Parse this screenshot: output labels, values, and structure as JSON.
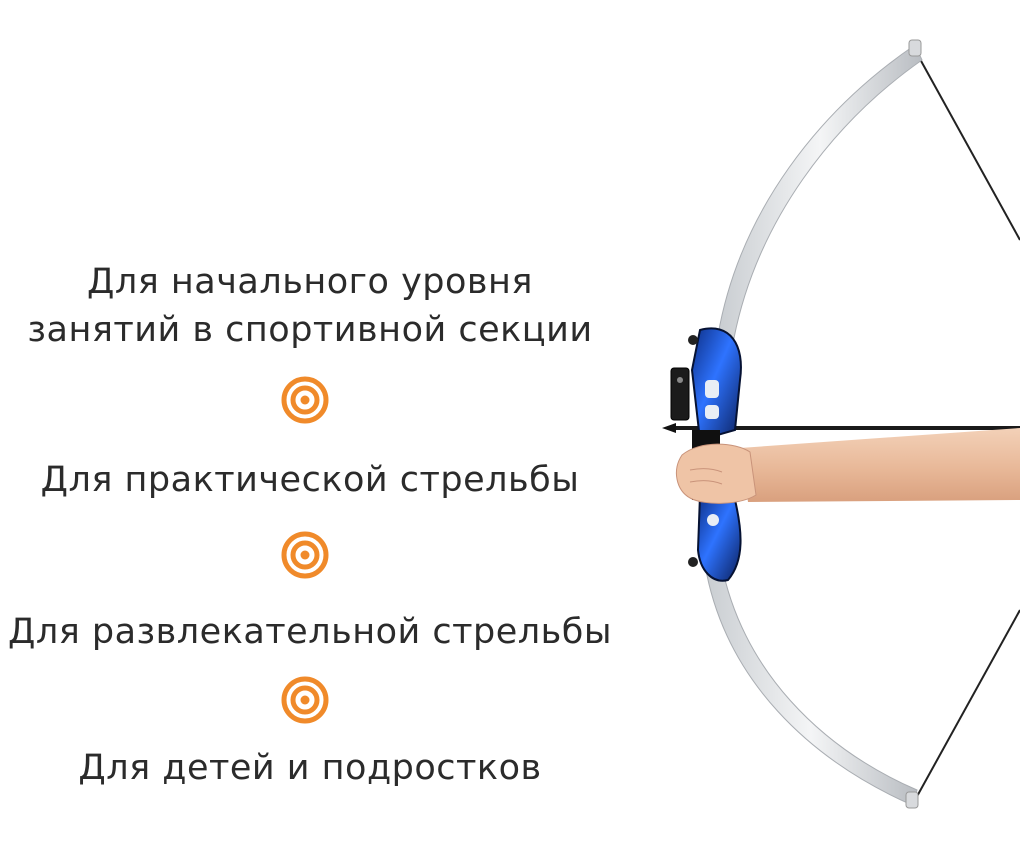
{
  "features": {
    "line1": "Для начального уровня",
    "line2": "занятий в спортивной секции",
    "line3": "Для практической стрельбы",
    "line4": "Для развлекательной стрельбы",
    "line5": "Для детей и подростков"
  },
  "icons": {
    "separator": "target-icon"
  },
  "colors": {
    "accent": "#f08a2a",
    "text": "#2b2b2b",
    "riser": "#1f5bd8"
  }
}
